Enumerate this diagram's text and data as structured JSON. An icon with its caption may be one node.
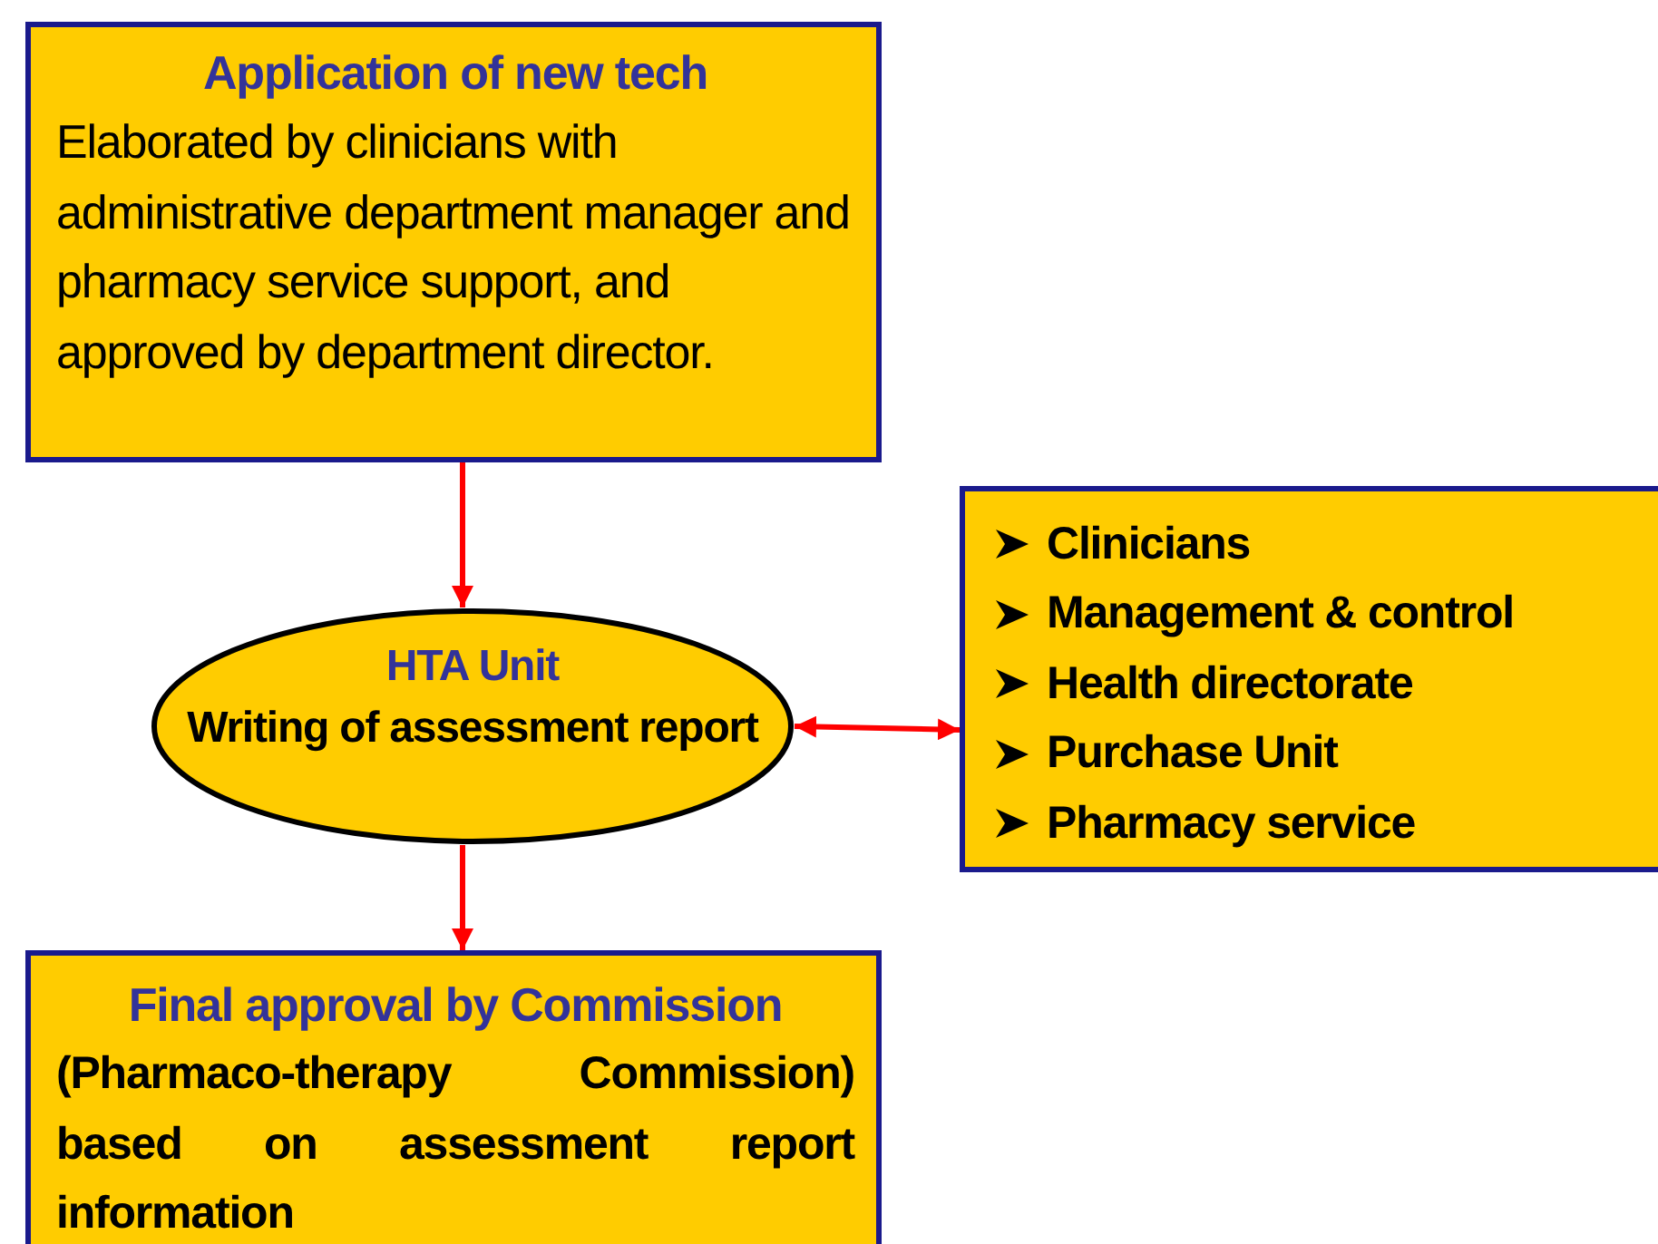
{
  "diagram": {
    "nodes": [
      {
        "text": [
          "Application of new tech",
          "Elaborated by clinicians with administrative department manager and pharmacy service support, and approved by department director."
        ]
      },
      {
        "text": [
          "HTA Unit",
          "Writing of assessment report"
        ]
      },
      {
        "text": [
          "Clinicians",
          "Management & control",
          "Health directorate",
          "Purchase Unit",
          "Pharmacy service"
        ]
      },
      {
        "text": [
          "Final approval by Commission",
          "(Pharmaco-therapy Commission) based on assessment report information"
        ]
      }
    ],
    "edges": [
      {
        "from": 0,
        "to": 1,
        "arrow": "to"
      },
      {
        "from": 1,
        "to": 2,
        "arrow": "both"
      },
      {
        "from": 1,
        "to": 3,
        "arrow": "to"
      }
    ]
  }
}
